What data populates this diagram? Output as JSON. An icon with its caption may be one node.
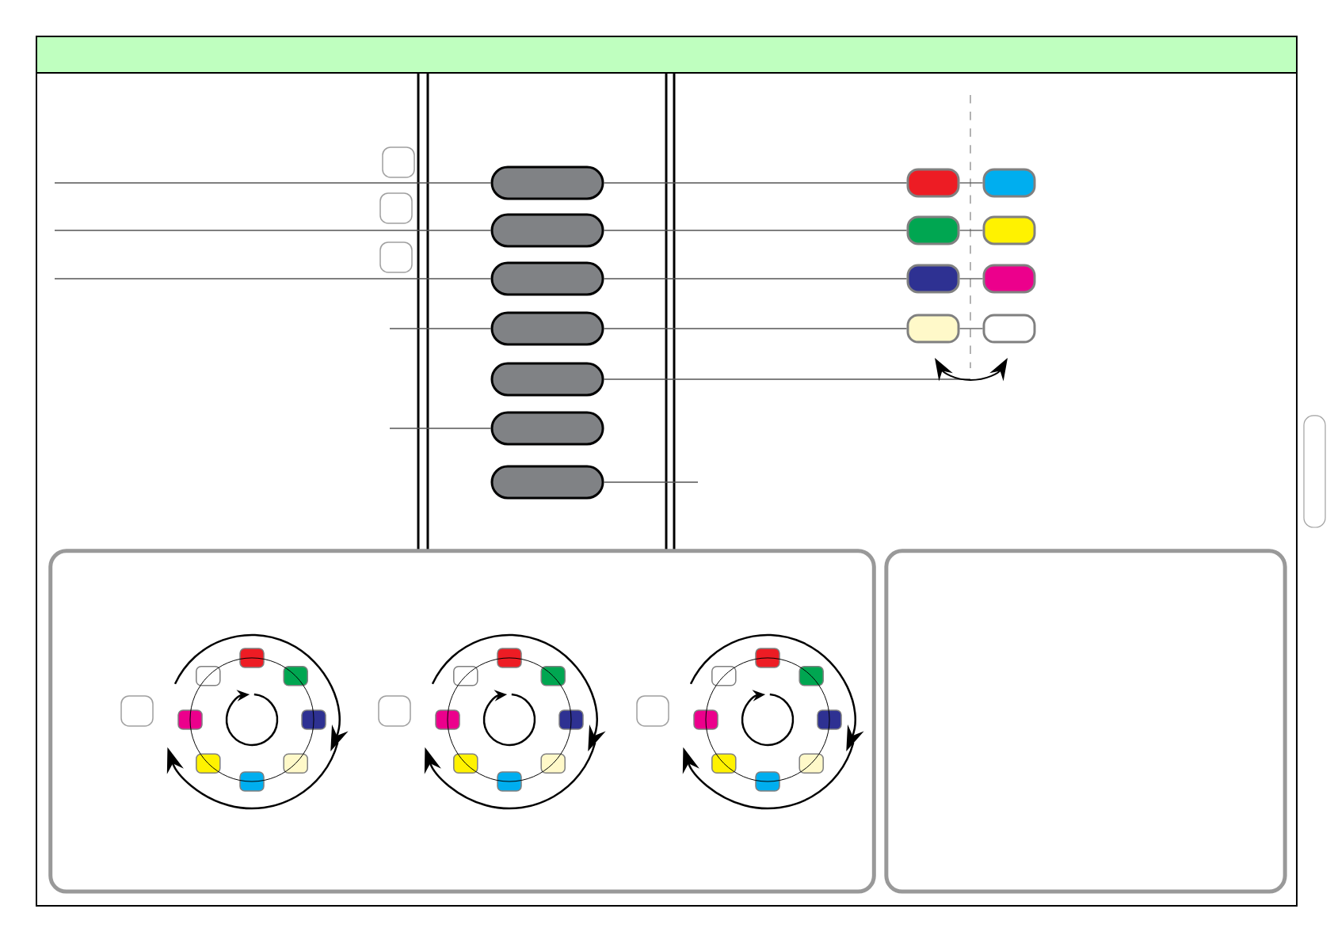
{
  "diagram": {
    "nodes": [
      {
        "text": [],
        "shape": "box"
      },
      {
        "text": [],
        "shape": "box"
      },
      {
        "text": [],
        "shape": "box"
      },
      {
        "text": [],
        "shape": "box"
      },
      {
        "text": [],
        "shape": "box"
      },
      {
        "text": [],
        "shape": "box"
      },
      {
        "text": [],
        "shape": "box"
      },
      {
        "text": [],
        "shape": "box"
      },
      {
        "text": [],
        "shape": "box"
      },
      {
        "text": [],
        "shape": "box"
      },
      {
        "text": [],
        "shape": "box"
      },
      {
        "text": [],
        "shape": "box"
      },
      {
        "text": [],
        "shape": "box"
      },
      {
        "text": [],
        "shape": "box"
      },
      {
        "text": [],
        "shape": "box"
      },
      {
        "text": [],
        "shape": "box"
      },
      {
        "text": [],
        "shape": "box"
      },
      {
        "text": [],
        "shape": "box"
      },
      {
        "text": [],
        "shape": "box"
      },
      {
        "text": [],
        "shape": "box",
        "in": 18
      },
      {
        "text": [],
        "shape": "box",
        "in": 18
      },
      {
        "text": [],
        "shape": "box",
        "in": 18
      },
      {
        "text": [],
        "shape": "box",
        "in": 18
      },
      {
        "text": [],
        "shape": "box",
        "in": 18
      },
      {
        "text": [],
        "shape": "box",
        "in": 18
      },
      {
        "text": [],
        "shape": "box",
        "in": 18
      },
      {
        "text": [],
        "shape": "box",
        "in": 18
      },
      {
        "text": [],
        "shape": "box",
        "in": 18
      },
      {
        "text": [],
        "shape": "box",
        "in": 18
      },
      {
        "text": [],
        "shape": "box",
        "in": 18
      },
      {
        "text": [],
        "shape": "box",
        "in": 18
      },
      {
        "text": [],
        "shape": "box",
        "in": 18
      },
      {
        "text": [],
        "shape": "box",
        "in": 18
      },
      {
        "text": [],
        "shape": "box",
        "in": 18
      },
      {
        "text": [],
        "shape": "box",
        "in": 18
      },
      {
        "text": [],
        "shape": "box",
        "in": 18
      },
      {
        "text": [],
        "shape": "box",
        "in": 18
      },
      {
        "text": [],
        "shape": "box",
        "in": 18
      },
      {
        "text": [],
        "shape": "box",
        "in": 18
      },
      {
        "text": [],
        "shape": "box",
        "in": 18
      },
      {
        "text": [],
        "shape": "box",
        "in": 18
      },
      {
        "text": [],
        "shape": "box",
        "in": 18
      },
      {
        "text": [],
        "shape": "box",
        "in": 18
      },
      {
        "text": [],
        "shape": "box",
        "in": 18
      },
      {
        "text": [],
        "shape": "box",
        "in": 18
      },
      {
        "text": [],
        "shape": "box",
        "in": 18
      },
      {
        "text": [],
        "shape": "box"
      },
      {
        "text": [],
        "shape": "box"
      }
    ],
    "edges": [
      {
        "from": null,
        "to": 3,
        "arrow": "none"
      },
      {
        "from": null,
        "to": 4,
        "arrow": "none"
      },
      {
        "from": null,
        "to": 5,
        "arrow": "none"
      },
      {
        "from": null,
        "to": 6,
        "arrow": "none"
      },
      {
        "from": null,
        "to": 8,
        "arrow": "none"
      },
      {
        "from": 3,
        "to": 10,
        "arrow": "none"
      },
      {
        "from": 4,
        "to": 12,
        "arrow": "none"
      },
      {
        "from": 5,
        "to": 14,
        "arrow": "none"
      },
      {
        "from": 6,
        "to": 16,
        "arrow": "none"
      },
      {
        "from": 7,
        "to": null,
        "arrow": "none"
      },
      {
        "from": 9,
        "to": null,
        "arrow": "none"
      },
      {
        "from": 10,
        "to": 11,
        "arrow": "none"
      },
      {
        "from": 12,
        "to": 13,
        "arrow": "none"
      },
      {
        "from": 14,
        "to": 15,
        "arrow": "none"
      },
      {
        "from": 16,
        "to": 17,
        "arrow": "none"
      }
    ]
  }
}
